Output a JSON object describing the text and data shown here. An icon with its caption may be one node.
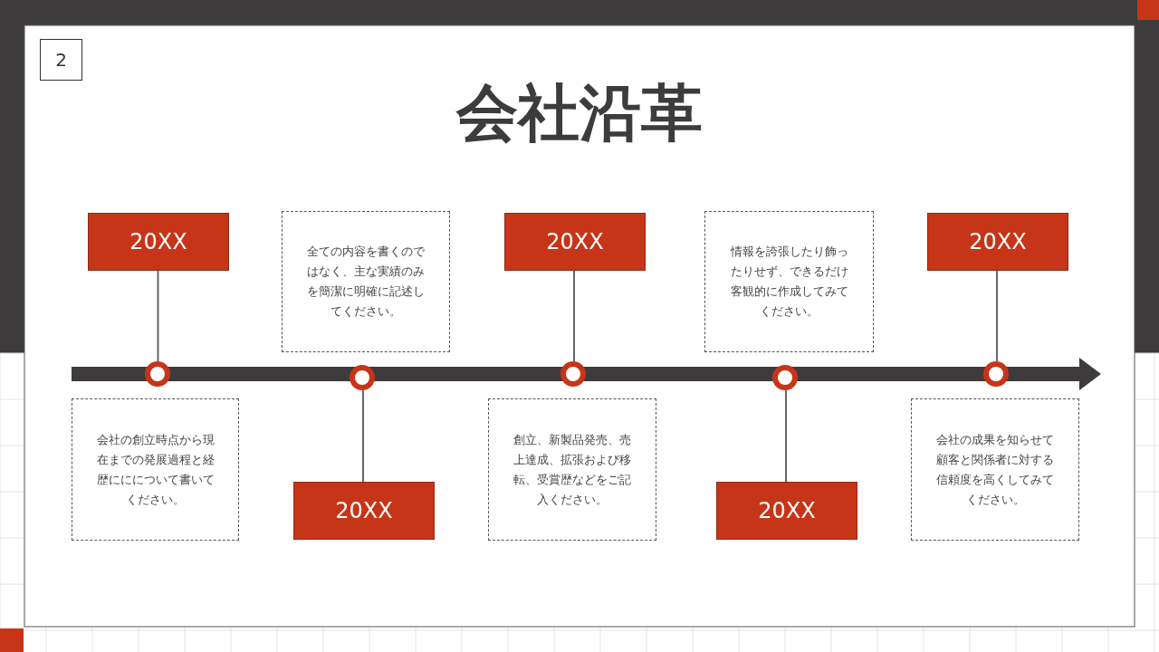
{
  "diagram": {
    "title": "会社沿革",
    "nodes": [
      {
        "text": [
          "20XX"
        ]
      },
      {
        "text": [
          "全ての内容を書くのではなく、主な実績のみを簡潔に明確に記述してください。"
        ]
      },
      {
        "text": [
          "20XX"
        ]
      },
      {
        "text": [
          "情報を誇張したり飾ったりせず、できるだけ客観的に作成してみてください。"
        ]
      },
      {
        "text": [
          "20XX"
        ]
      },
      {
        "text": [],
        "shape": "circle"
      },
      {
        "text": [],
        "shape": "circle"
      },
      {
        "text": [],
        "shape": "circle"
      },
      {
        "text": [],
        "shape": "circle"
      },
      {
        "text": [],
        "shape": "circle"
      },
      {
        "text": [
          "会社の創立時点から現在までの発展過程と経歴ににについて書いてください。"
        ]
      },
      {
        "text": [
          "20XX"
        ]
      },
      {
        "text": [
          "創立、新製品発売、売上達成、拡張および移転、受賞歴などをご記入ください。"
        ]
      },
      {
        "text": [
          "20XX"
        ]
      },
      {
        "text": [
          "会社の成果を知らせて顧客と関係者に対する信頼度を高くしてみてください。"
        ]
      }
    ],
    "edges": [
      {
        "from": 0,
        "to": 5,
        "arrow": "none"
      },
      {
        "from": 6,
        "to": 11,
        "arrow": "none"
      },
      {
        "from": 2,
        "to": 7,
        "arrow": "none"
      },
      {
        "from": 8,
        "to": 13,
        "arrow": "none"
      },
      {
        "from": 4,
        "to": 9,
        "arrow": "none"
      }
    ],
    "labels": [
      "2"
    ]
  }
}
